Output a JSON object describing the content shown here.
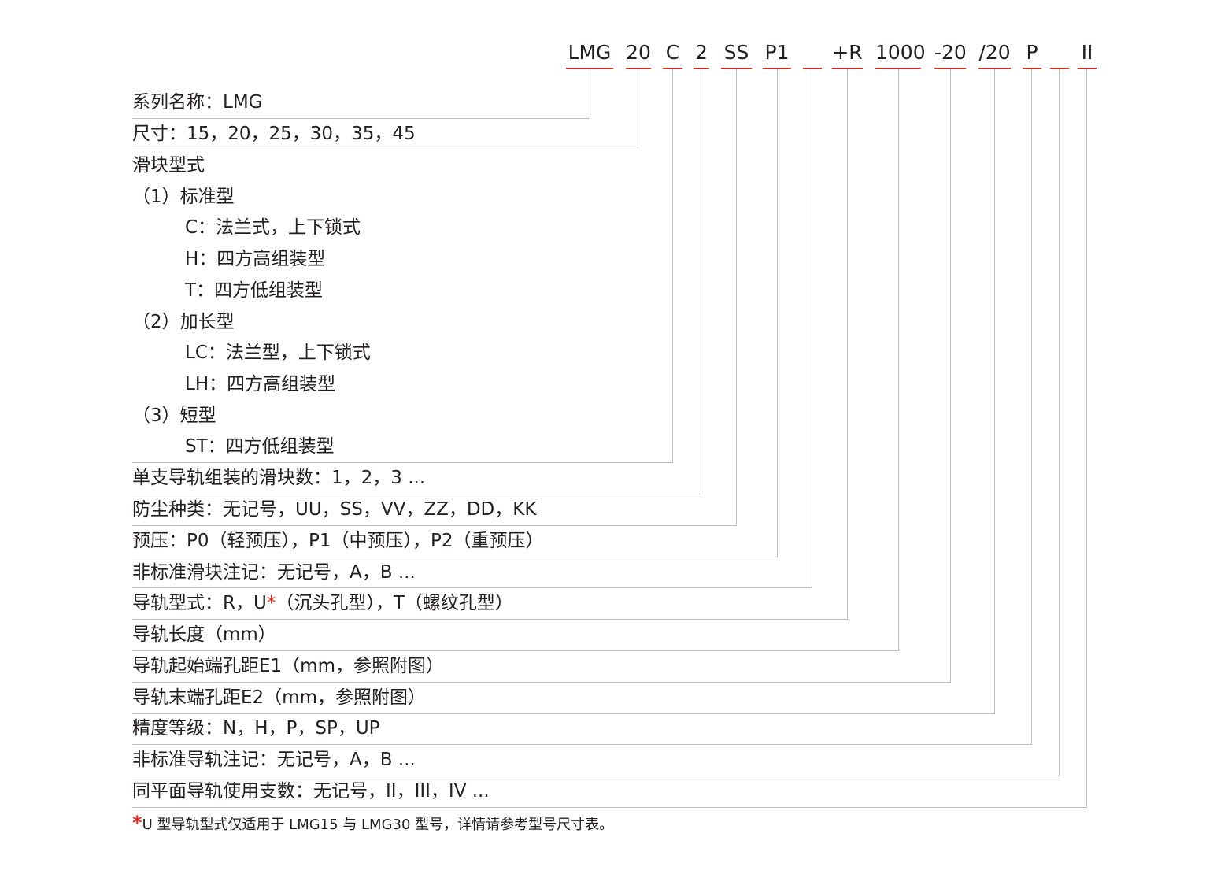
{
  "code_segments": [
    {
      "text": "LMG"
    },
    {
      "text": "20"
    },
    {
      "text": "C"
    },
    {
      "text": "2"
    },
    {
      "text": "SS"
    },
    {
      "text": "P1"
    },
    {
      "text": ""
    },
    {
      "text": "+R"
    },
    {
      "text": "1000"
    },
    {
      "text": "-20"
    },
    {
      "text": "/20"
    },
    {
      "text": "P"
    },
    {
      "text": ""
    },
    {
      "text": "II"
    }
  ],
  "rows": [
    {
      "segment": 0,
      "text": "系列名称：LMG"
    },
    {
      "segment": 1,
      "text": "尺寸：15，20，25，30，35，45"
    },
    {
      "segment": null,
      "text": "滑块型式"
    },
    {
      "segment": null,
      "text": "（1）标准型"
    },
    {
      "segment": null,
      "text": "C：法兰式，上下锁式"
    },
    {
      "segment": null,
      "text": "H：四方高组装型"
    },
    {
      "segment": null,
      "text": "T：四方低组装型"
    },
    {
      "segment": null,
      "text": "（2）加长型"
    },
    {
      "segment": null,
      "text": "LC：法兰型，上下锁式"
    },
    {
      "segment": null,
      "text": "LH：四方高组装型"
    },
    {
      "segment": null,
      "text": "（3）短型"
    },
    {
      "segment": 2,
      "text": "ST：四方低组装型"
    },
    {
      "segment": 3,
      "text": "单支导轨组装的滑块数：1，2，3 ..."
    },
    {
      "segment": 4,
      "text": "防尘种类：无记号，UU，SS，VV，ZZ，DD，KK"
    },
    {
      "segment": 5,
      "text": "预压：P0（轻预压），P1（中预压），P2（重预压）"
    },
    {
      "segment": 6,
      "text": "非标准滑块注记：无记号，A，B ..."
    },
    {
      "segment": 7,
      "text_before": "导轨型式：R，U",
      "star": "*",
      "text_after": "（沉头孔型），T（螺纹孔型）"
    },
    {
      "segment": 8,
      "text": "导轨长度（mm）"
    },
    {
      "segment": 9,
      "text": "导轨起始端孔距E1（mm，参照附图）"
    },
    {
      "segment": 10,
      "text": "导轨末端孔距E2（mm，参照附图）"
    },
    {
      "segment": 11,
      "text": "精度等级：N，H，P，SP，UP"
    },
    {
      "segment": 12,
      "text": "非标准导轨注记：无记号，A，B ..."
    },
    {
      "segment": 13,
      "text": "同平面导轨使用支数：无记号，II，III，IV ..."
    }
  ],
  "footnote": {
    "star": "*",
    "text": "U 型导轨型式仅适用于 LMG15 与 LMG30 型号，详情请参考型号尺寸表。"
  },
  "colors": {
    "underline": "#e2231a",
    "leader_line": "#bdbdbd",
    "text": "#231f20",
    "asterisk": "#e2231a"
  }
}
